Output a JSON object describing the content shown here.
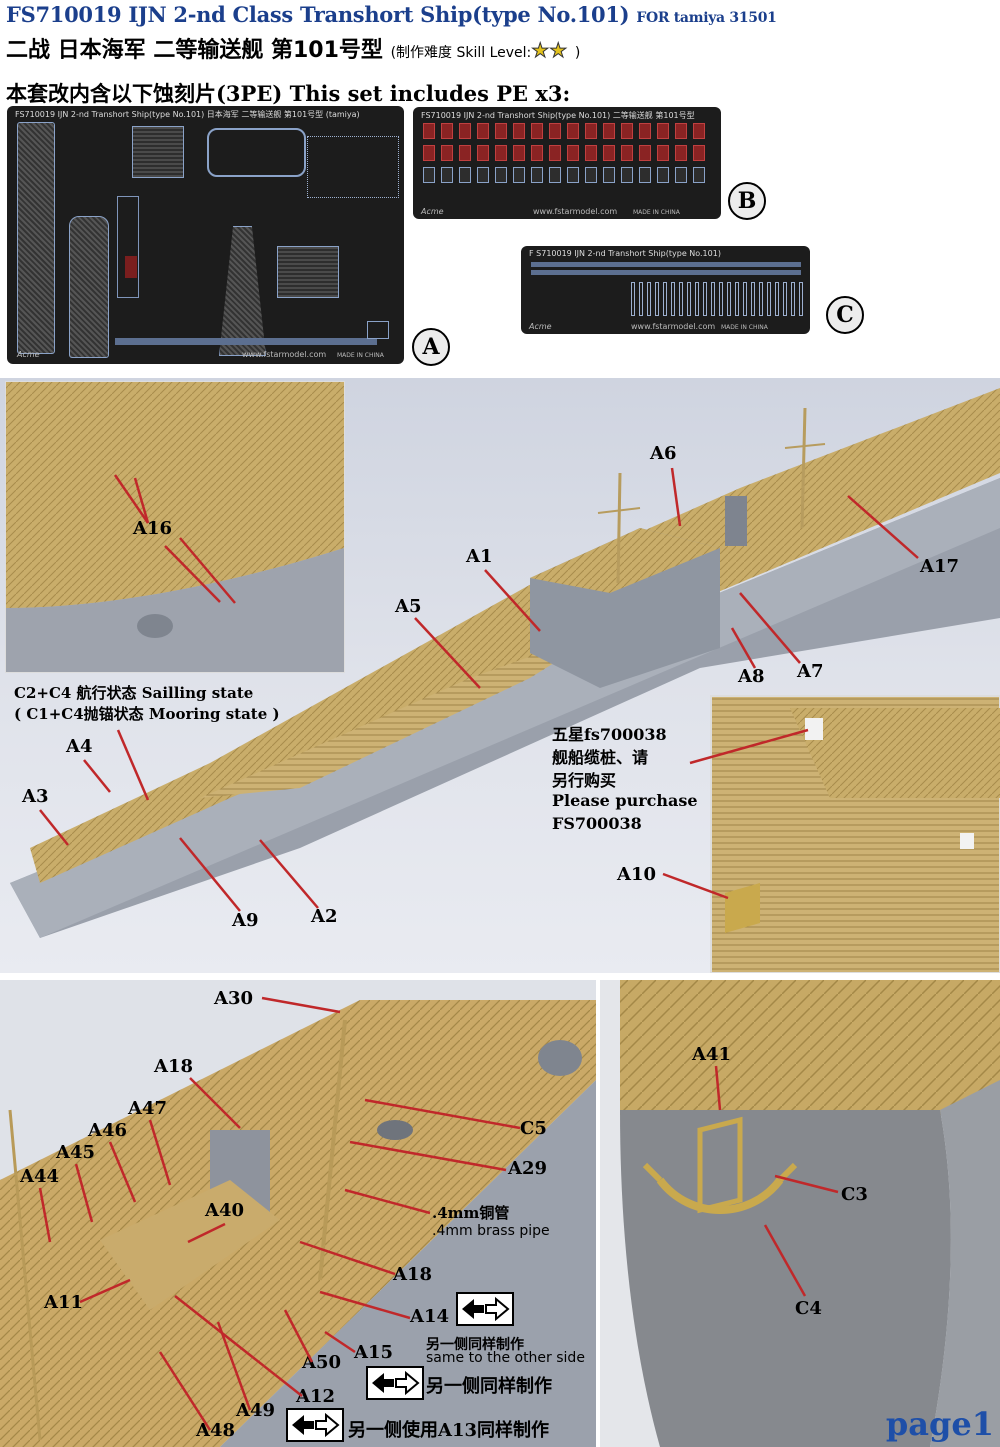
{
  "header": {
    "title": "FS710019 IJN 2-nd Class Transhort Ship(type No.101)",
    "for_text": "FOR tamiya 31501",
    "subtitle_cn": "二战 日本海军 二等输送舰 第101号型",
    "difficulty": "(制作难度 Skill Level:",
    "difficulty_close": ")",
    "includes": "本套改内含以下蚀刻片(3PE) This set includes PE x3:"
  },
  "sheets": {
    "a": {
      "header": "FS710019 IJN 2-nd Transhort Ship(type No.101) 日本海军 二等输送舰 第101号型 (tamiya)",
      "site": "www.fstarmodel.com",
      "made": "MADE IN CHINA",
      "brand": "Acme",
      "letter": "A"
    },
    "b": {
      "header": "FS710019 IJN 2-nd Transhort Ship(type No.101) 二等输送舰 第101号型",
      "site": "www.fstarmodel.com",
      "made": "MADE IN CHINA",
      "brand": "Acme",
      "letter": "B"
    },
    "c": {
      "header": "F S710019 IJN 2-nd Transhort Ship(type No.101)",
      "site": "www.fstarmodel.com",
      "made": "MADE IN CHINA",
      "brand": "Acme",
      "letter": "C"
    }
  },
  "main_labels": {
    "a1": "A1",
    "a2": "A2",
    "a3": "A3",
    "a4": "A4",
    "a5": "A5",
    "a6": "A6",
    "a7": "A7",
    "a8": "A8",
    "a9": "A9",
    "a10": "A10",
    "a16": "A16",
    "a17": "A17"
  },
  "main_notes": {
    "sailing": "C2+C4 航行状态 Sailling state",
    "mooring": "( C1+C4抛锚状态 Mooring state )",
    "fs_cn1": "五星fs700038",
    "fs_cn2": "舰船缆桩、请",
    "fs_cn3": "另行购买",
    "fs_en1": "Please purchase",
    "fs_en2": "FS700038"
  },
  "bottom_labels": {
    "a11": "A11",
    "a12": "A12",
    "a14": "A14",
    "a15": "A15",
    "a18a": "A18",
    "a18b": "A18",
    "a29": "A29",
    "a30": "A30",
    "a40": "A40",
    "a41": "A41",
    "a44": "A44",
    "a45": "A45",
    "a46": "A46",
    "a47": "A47",
    "a48": "A48",
    "a49": "A49",
    "a50": "A50",
    "c3": "C3",
    "c4": "C4",
    "c5": "C5"
  },
  "bottom_notes": {
    "pipe_cn": ".4mm铜管",
    "pipe_en": ".4mm brass pipe",
    "other_side_cn": "另一侧同样制作",
    "other_side_en": "same to the other side",
    "other_side_cn2": "另一侧同样制作",
    "other_side_a13": "另一侧使用A13同样制作"
  },
  "page_label": "page1",
  "colors": {
    "title_blue": "#1b3f8c",
    "leader_red": "#c0282a",
    "hull_grey": "#9aa0ab",
    "deck_brass": "#c9ad6a",
    "sheet_black": "#1c1c1c",
    "page_blue": "#1e4fa8"
  }
}
